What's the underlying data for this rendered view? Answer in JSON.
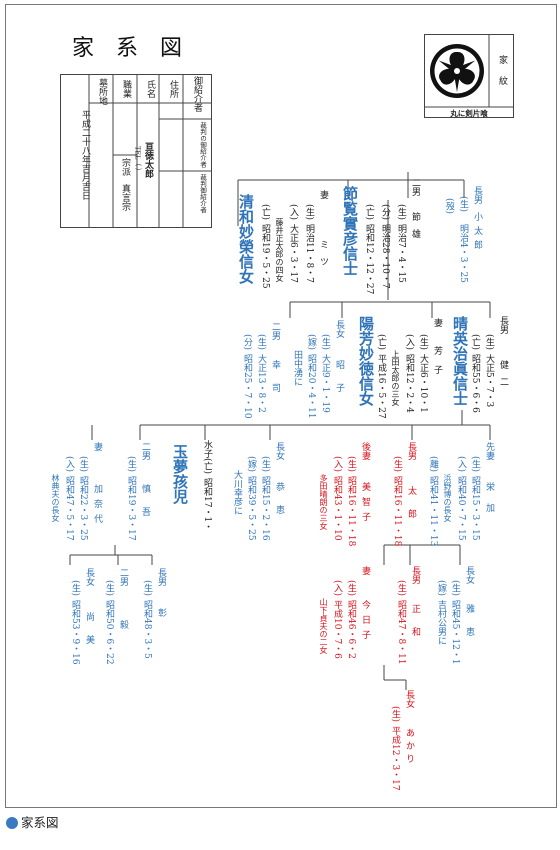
{
  "title": "家系図",
  "info_table": {
    "date": "平成二十八年吉月吉日",
    "col_headers": [
      "墓所地",
      "職業",
      "氏名",
      "住所",
      "御紹介者"
    ],
    "name": "亘徳太郎",
    "tel": "TEL（ ）",
    "sect_label": "宗派",
    "sect": "真言宗",
    "intro_1": "裁判の御紹介者",
    "intro_2": "裁判御紹介者"
  },
  "crest": {
    "label": "家紋",
    "name": "丸に剣片喰"
  },
  "gen1": {
    "eldest": {
      "rel": "長男",
      "name": "小太郎",
      "birth_mark": "(生)",
      "birth": "明治4・3・25",
      "death_mark": "(歿)"
    },
    "second": {
      "rel": "二男",
      "name": "節雄",
      "birth_mark": "(生)",
      "birth": "明治7・4・15",
      "death_mark": "(亡)",
      "death": "昭和12・12・27",
      "age_mark": "(分)",
      "age": "明治28・10・7",
      "posthumous": "節覧實彦信士"
    },
    "wife": {
      "rel": "妻",
      "name": "ミツ",
      "birth_mark": "(生)",
      "birth": "明治11・8・7",
      "in_mark": "(入)",
      "in": "大正6・3・17",
      "origin": "藤井正太郎の四女",
      "death_mark": "(亡)",
      "death": "昭和19・5・25",
      "posthumous": "清和妙榮信女"
    }
  },
  "gen2": {
    "eldest": {
      "rel": "長男",
      "name": "健二",
      "birth_mark": "(生)",
      "birth": "大正5・7・3",
      "death_mark": "(亡)",
      "death": "昭和55・6・6",
      "posthumous": "晴英治眞信士"
    },
    "wife": {
      "rel": "妻",
      "name": "芳子",
      "birth_mark": "(生)",
      "birth": "大正6・10・1",
      "in_mark": "(入)",
      "in": "昭和12・2・4",
      "origin": "上田太郎の三女",
      "death_mark": "(亡)",
      "death": "平成16・5・27",
      "posthumous": "陽芳妙徳信女"
    },
    "daughter": {
      "rel": "長女",
      "name": "昭子",
      "birth_mark": "(生)",
      "birth": "大正9・1・19",
      "marry_mark": "(嫁)",
      "marry": "昭和20・4・11",
      "to": "田中湧に"
    },
    "second": {
      "rel": "二男",
      "name": "幸司",
      "birth_mark": "(生)",
      "birth": "大正13・8・2",
      "age_mark": "(分)",
      "age": "昭和25・7・10"
    }
  },
  "gen3": {
    "ex_wife": {
      "rel": "先妻",
      "name": "栄加",
      "birth_mark": "(生)",
      "birth": "昭和15・3・15",
      "in_mark": "(入)",
      "in": "昭和40・7・15",
      "origin": "浜野博の長女",
      "div_mark": "(離)",
      "div": "昭和41・11・13"
    },
    "eldest": {
      "rel": "長男",
      "name": "太郎",
      "birth_mark": "(生)",
      "birth": "昭和16・11・18"
    },
    "later_wife": {
      "rel": "後妻",
      "name": "美智子",
      "birth_mark": "(生)",
      "birth": "昭和16・11・18",
      "in_mark": "(入)",
      "in": "昭和43・1・10",
      "origin": "多田晴朗の三女"
    },
    "daughter": {
      "rel": "長女",
      "name": "恭恵",
      "birth_mark": "(生)",
      "birth": "昭和15・2・16",
      "marry_mark": "(嫁)",
      "marry": "昭和39・5・25",
      "to": "大川幸彦に"
    },
    "child": {
      "rel": "水子",
      "death_mark": "(亡)",
      "death": "昭和17・1・",
      "posthumous": "玉夢孩児"
    },
    "second": {
      "rel": "二男",
      "name": "慎吾",
      "birth_mark": "(生)",
      "birth": "昭和19・3・17"
    },
    "wife2": {
      "rel": "妻",
      "name": "加奈代",
      "birth_mark": "(生)",
      "birth": "昭和22・3・25",
      "in_mark": "(入)",
      "in": "昭和47・5・17",
      "origin": "林典夫の長女"
    }
  },
  "gen4": {
    "left_eldest": {
      "rel": "長男",
      "name": "彰",
      "birth_mark": "(生)",
      "birth": "昭和48・3・5"
    },
    "left_second": {
      "rel": "二男",
      "name": "毅",
      "birth_mark": "(生)",
      "birth": "昭和50・6・22"
    },
    "left_daughter": {
      "rel": "長女",
      "name": "尚美",
      "birth_mark": "(生)",
      "birth": "昭和53・9・16"
    },
    "right_daughter": {
      "rel": "長女",
      "name": "雅恵",
      "birth_mark": "(生)",
      "birth": "昭和45・12・1",
      "marry_mark": "(嫁)",
      "to": "吉村公男に"
    },
    "right_eldest": {
      "rel": "長男",
      "name": "正和",
      "birth_mark": "(生)",
      "birth": "昭和47・8・11"
    },
    "right_wife": {
      "rel": "妻",
      "name": "今日子",
      "birth_mark": "(生)",
      "birth": "昭和46・6・2",
      "in_mark": "(入)",
      "in": "平成10・7・6",
      "origin": "山下貞夫の二女"
    }
  },
  "gen5": {
    "daughter": {
      "rel": "長女",
      "name": "あかり",
      "birth_mark": "(生)",
      "birth": "平成12・3・17"
    }
  },
  "footer": "家系図",
  "colors": {
    "living": "#2f74b8",
    "current": "#d8131c",
    "ink": "#222222",
    "footer_dot": "#3b79c2"
  }
}
